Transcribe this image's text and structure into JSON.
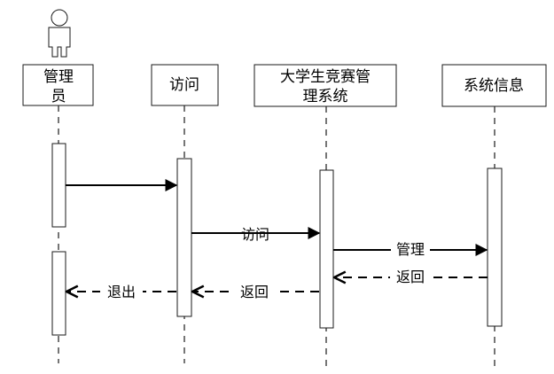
{
  "lifelines": [
    {
      "id": "admin",
      "label_lines": [
        "管理",
        "员"
      ],
      "has_actor_icon": true
    },
    {
      "id": "visit",
      "label_lines": [
        "访问"
      ],
      "has_actor_icon": false
    },
    {
      "id": "system",
      "label_lines": [
        "大学生竞赛管",
        "理系统"
      ],
      "has_actor_icon": false
    },
    {
      "id": "info",
      "label_lines": [
        "系统信息"
      ],
      "has_actor_icon": false
    }
  ],
  "messages": [
    {
      "from": "admin",
      "to": "visit",
      "label": "",
      "style": "solid",
      "arrowhead": "filled"
    },
    {
      "from": "visit",
      "to": "system",
      "label": "访问",
      "style": "solid",
      "arrowhead": "filled"
    },
    {
      "from": "system",
      "to": "info",
      "label": "管理",
      "style": "solid",
      "arrowhead": "filled"
    },
    {
      "from": "info",
      "to": "system",
      "label": "返回",
      "style": "dashed",
      "arrowhead": "open"
    },
    {
      "from": "system",
      "to": "visit",
      "label": "返回",
      "style": "dashed",
      "arrowhead": "open"
    },
    {
      "from": "visit",
      "to": "admin",
      "label": "退出",
      "style": "dashed",
      "arrowhead": "open"
    }
  ]
}
